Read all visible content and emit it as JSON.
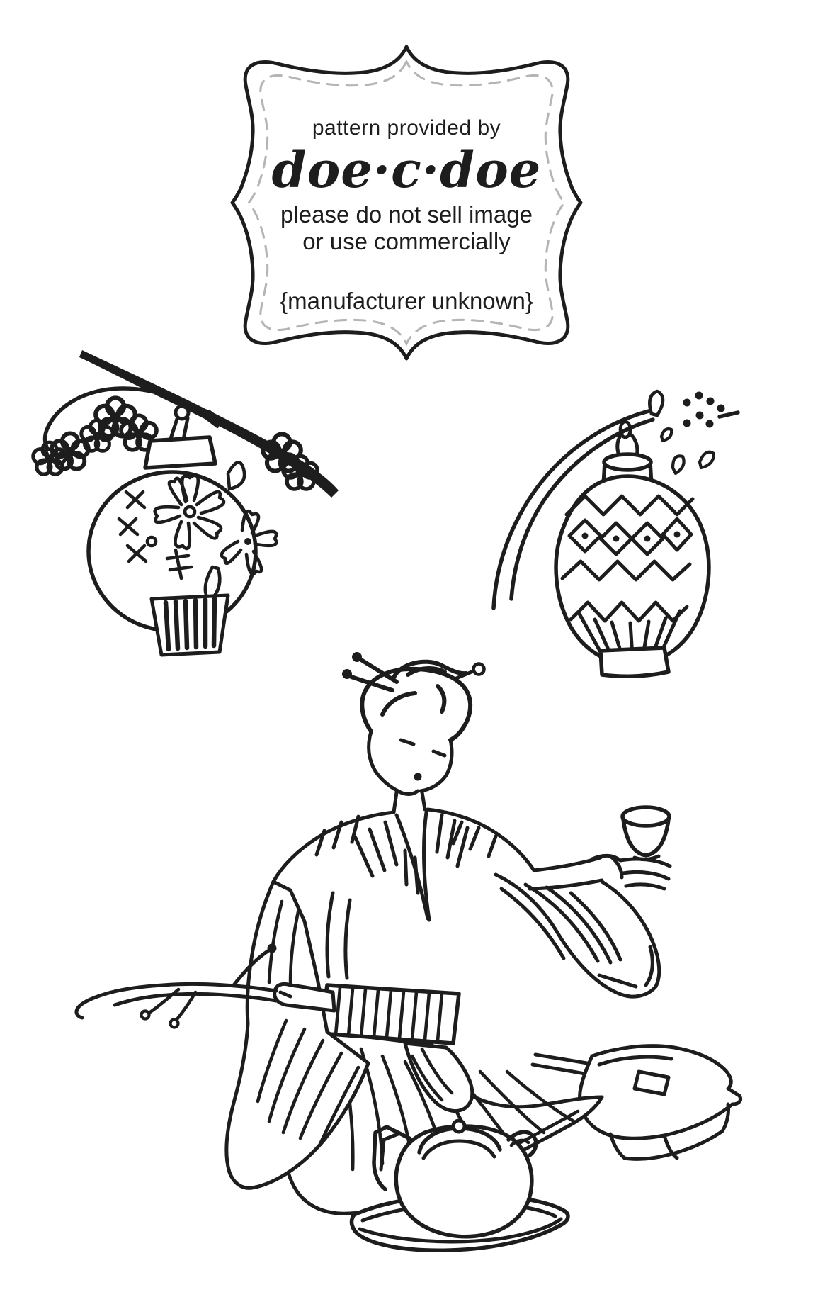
{
  "page": {
    "background": "#ffffff",
    "ink": "#1d1d1d",
    "dash_line": "#b5b5b5"
  },
  "label_frame": {
    "provided_by": "pattern provided by",
    "brand": "doe·c·doe",
    "notice_line1": "please do not sell image",
    "notice_line2": "or use commercially",
    "manufacturer": "{manufacturer unknown}"
  },
  "illustrations": {
    "left_lantern": "round paper lantern on blossom branch",
    "right_lantern": "oval banded lantern on willow branch",
    "figure": "seated kimono lady holding teacup",
    "teaware": "teapot on oval tray"
  }
}
